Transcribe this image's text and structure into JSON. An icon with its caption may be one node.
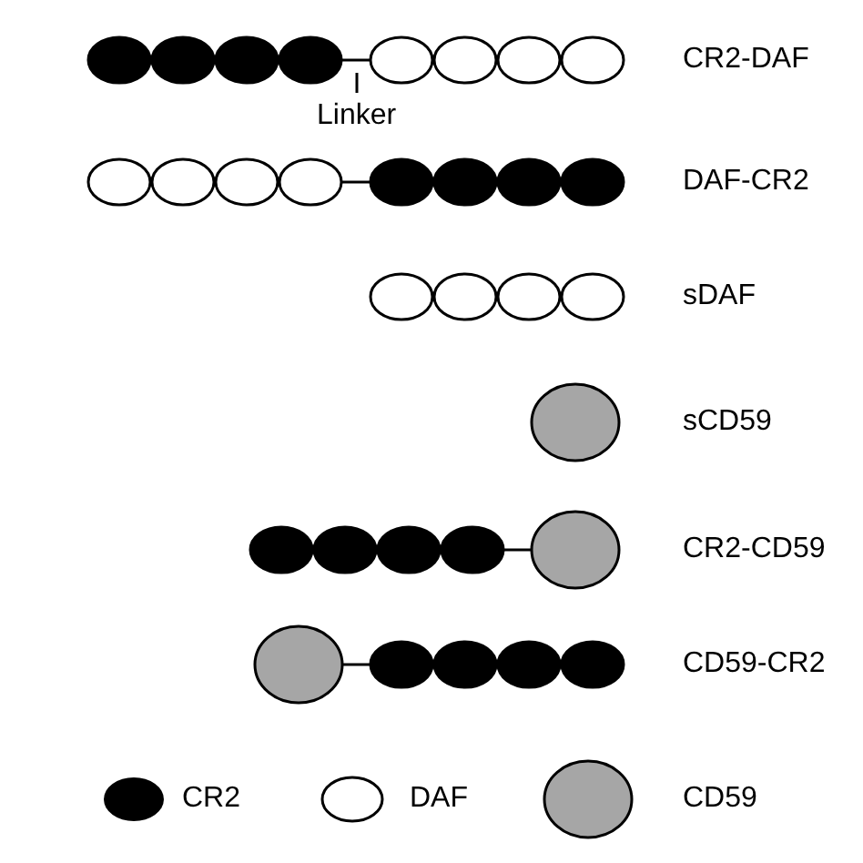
{
  "diagram": {
    "labels": [
      "CR2-DAF",
      "Linker",
      "DAF-CR2",
      "sDAF",
      "sCD59",
      "CR2-CD59",
      "CD59-CR2"
    ],
    "legend": [
      {
        "text": "CR2"
      },
      {
        "text": "DAF"
      },
      {
        "text": "CD59"
      }
    ]
  }
}
